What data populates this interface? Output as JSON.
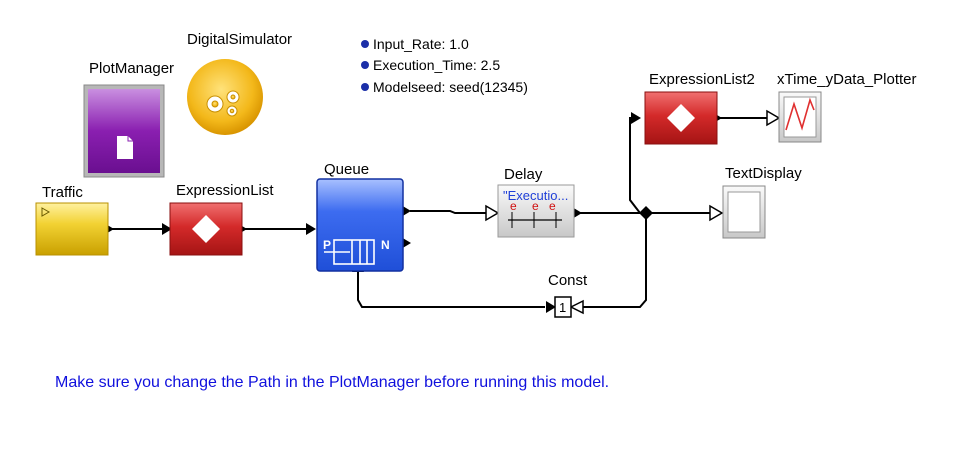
{
  "diagram": {
    "actors": {
      "digital_simulator": "DigitalSimulator",
      "plot_manager": "PlotManager",
      "traffic": "Traffic",
      "expression_list": "ExpressionList",
      "queue": "Queue",
      "delay": "Delay",
      "expression_list2": "ExpressionList2",
      "plotter": "xTime_yData_Plotter",
      "text_display": "TextDisplay",
      "const": "Const"
    },
    "queue_ports": {
      "p": "P",
      "n": "N"
    },
    "delay_expr": "\"Executio...",
    "const_value": "1",
    "parameters": [
      "Input_Rate: 1.0",
      "Execution_Time: 2.5",
      "Modelseed: seed(12345)"
    ],
    "note": "Make sure you change the Path in the PlotManager before running this model."
  },
  "colors": {
    "note_text": "#1010dd",
    "expression_red": "#d42a2a",
    "queue_blue": "#1f4fd8",
    "traffic_yellow": "#e8c21a",
    "plot_manager_purple": "#8a1fb0",
    "simulator_gold": "#f3b81a",
    "param_bullet": "#1b2fa8"
  }
}
